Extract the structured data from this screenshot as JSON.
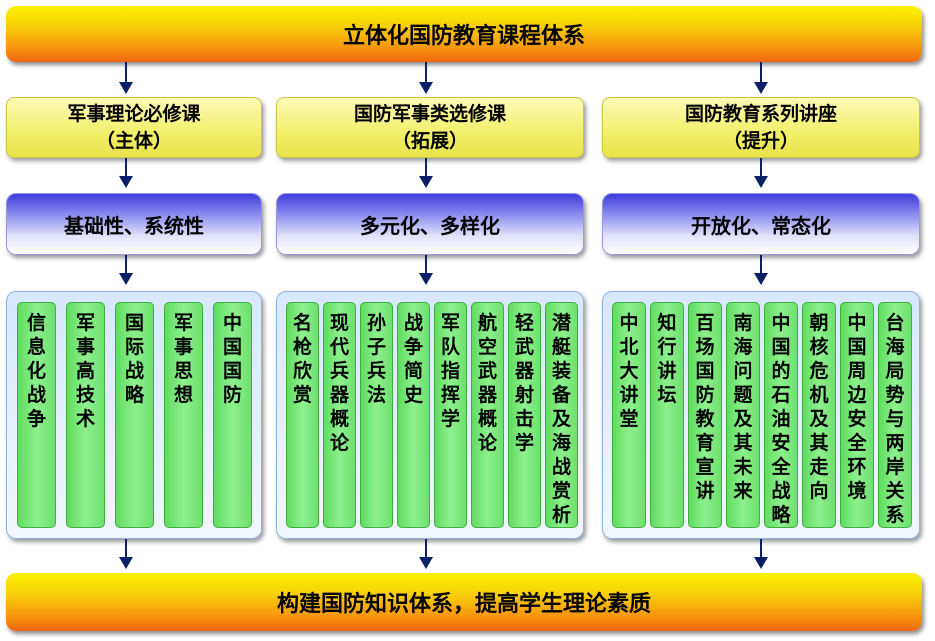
{
  "top_title": "立体化国防教育课程体系",
  "bottom_title": "构建国防知识体系，提高学生理论素质",
  "branches": [
    {
      "course_line1": "军事理论必修课",
      "course_line2": "（主体）",
      "feature": "基础性、系统性",
      "items": [
        "信息化战争",
        "军事高技术",
        "国际战略",
        "军事思想",
        "中国国防"
      ]
    },
    {
      "course_line1": "国防军事类选修课",
      "course_line2": "（拓展）",
      "feature": "多元化、多样化",
      "items": [
        "名枪欣赏",
        "现代兵器概论",
        "孙子兵法",
        "战争简史",
        "军队指挥学",
        "航空武器概论",
        "轻武器射击学",
        "潜艇装备及海战赏析"
      ]
    },
    {
      "course_line1": "国防教育系列讲座",
      "course_line2": "（提升）",
      "feature": "开放化、常态化",
      "items": [
        "中北大讲堂",
        "知行讲坛",
        "百场国防教育宣讲",
        "南海问题及其未来",
        "中国的石油安全战略",
        "朝核危机及其走向",
        "中国周边安全环境",
        "台海局势与两岸关系"
      ]
    }
  ]
}
